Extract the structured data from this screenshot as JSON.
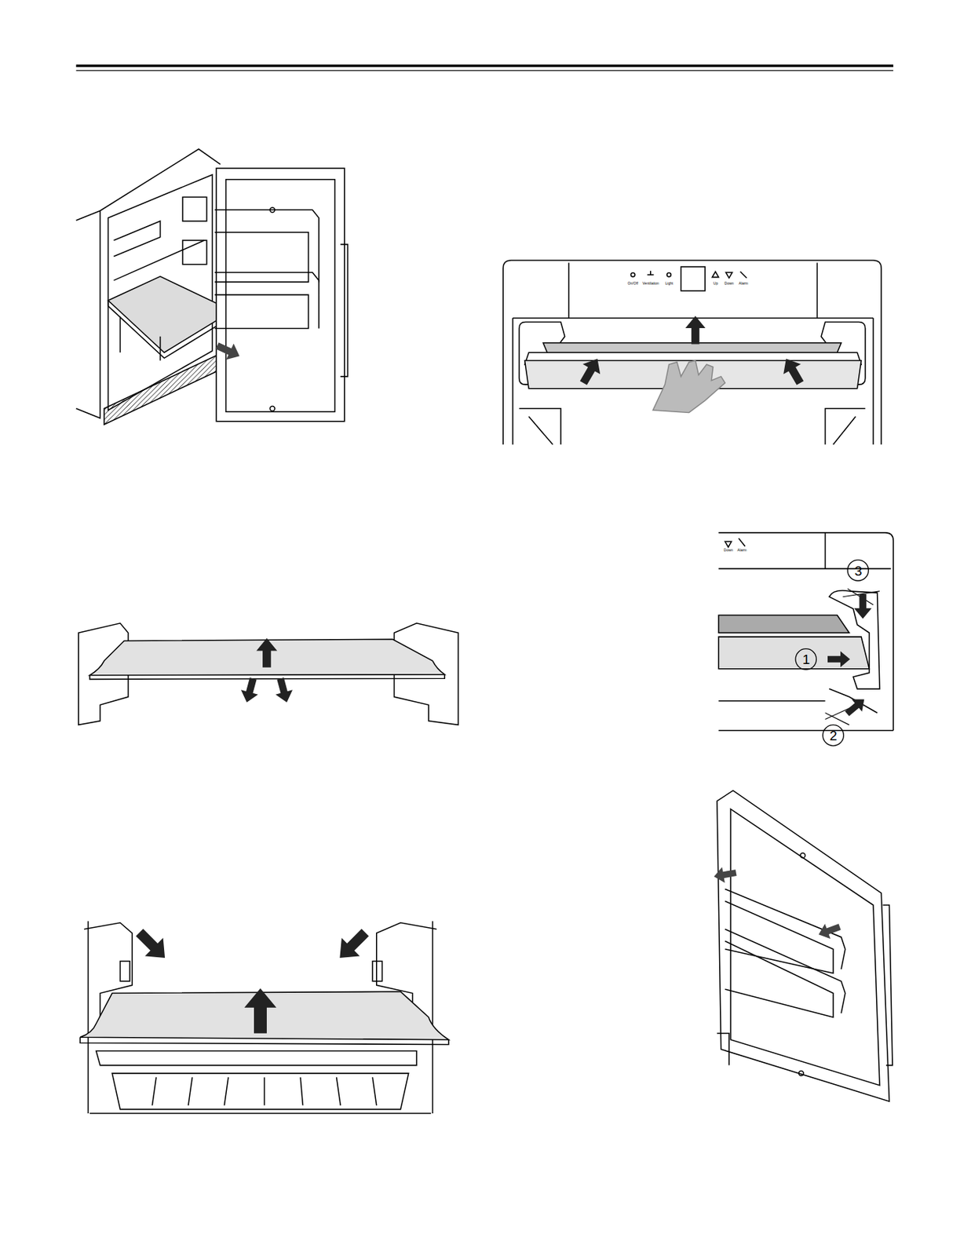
{
  "diagram": {
    "labels": [
      "On/Off",
      "Ventilation",
      "Light",
      "Up",
      "Down",
      "Alarm",
      "Down",
      "Alarm",
      "3",
      "1",
      "2"
    ]
  }
}
